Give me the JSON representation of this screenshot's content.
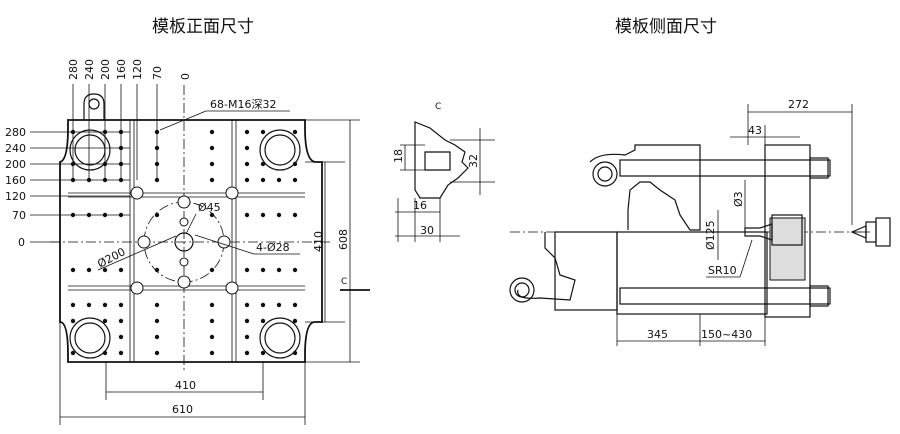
{
  "titles": {
    "front": "模板正面尺寸",
    "side": "模板侧面尺寸"
  },
  "front": {
    "top_labels": [
      "280",
      "240",
      "200",
      "160",
      "120",
      "70",
      "0"
    ],
    "left_labels": [
      "280",
      "240",
      "200",
      "160",
      "120",
      "70",
      "0"
    ],
    "callout_thread": "68-M16深32",
    "d45": "Ø45",
    "d200": "Ø200",
    "holes_4": "4-Ø28",
    "dim_410_v": "410",
    "dim_608": "608",
    "dim_410_h": "410",
    "dim_610": "610",
    "section_mark": "C"
  },
  "detail": {
    "mark": "C",
    "dim_18": "18",
    "dim_32": "32",
    "dim_16": "16",
    "dim_30": "30"
  },
  "side": {
    "dim_272": "272",
    "dim_43": "43",
    "dim_d3": "Ø3",
    "dim_d125": "Ø125",
    "sr10": "SR10",
    "dim_345": "345",
    "dim_150_430": "150~430"
  }
}
